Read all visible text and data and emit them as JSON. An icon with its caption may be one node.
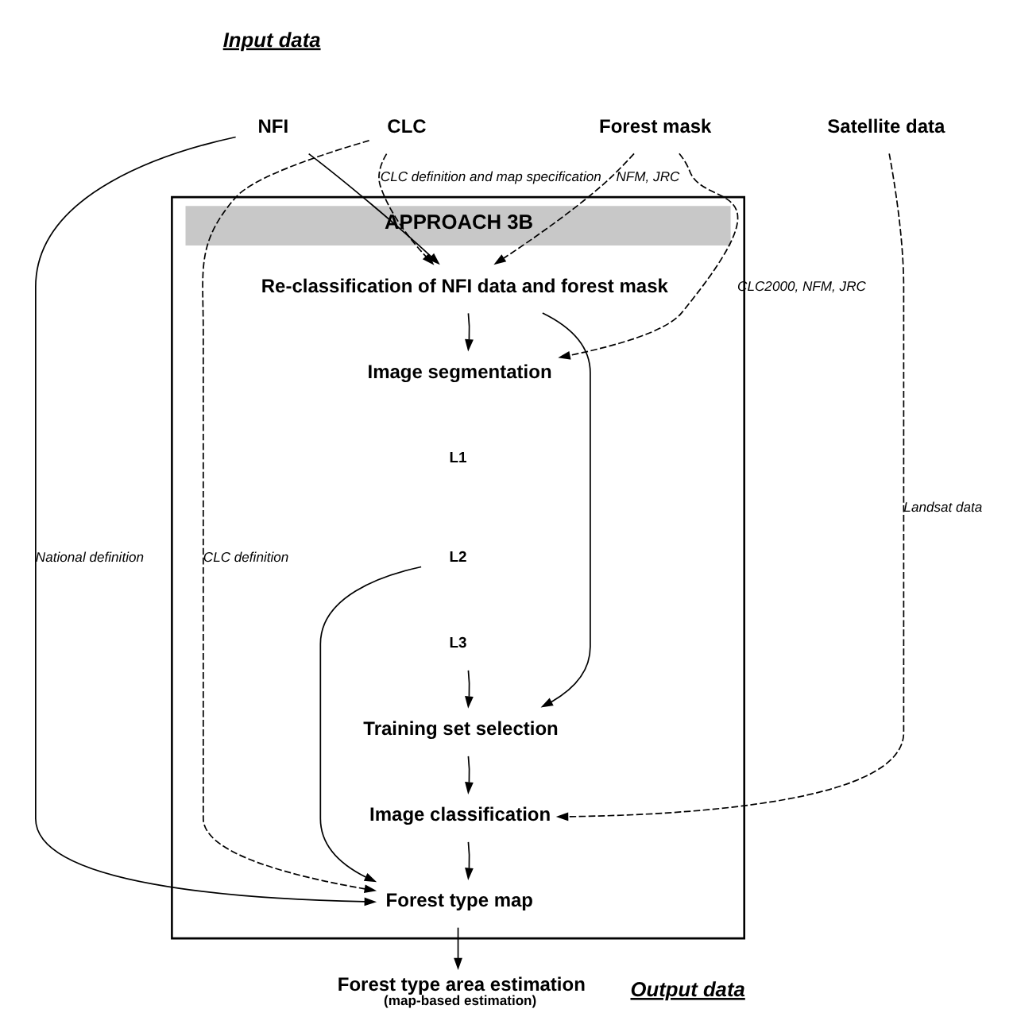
{
  "diagram": {
    "nodes": [
      {
        "text": [
          "NFI"
        ]
      },
      {
        "text": [
          "CLC"
        ]
      },
      {
        "text": [
          "Forest mask"
        ]
      },
      {
        "text": [
          "Satellite data"
        ]
      },
      {
        "text": [
          "APPROACH 3B"
        ]
      },
      {
        "text": [
          "Re-classification of NFI data and forest mask"
        ],
        "in": 4
      },
      {
        "text": [
          "Image segmentation"
        ],
        "in": 4
      },
      {
        "text": [
          "L1"
        ],
        "in": 4
      },
      {
        "text": [
          "L2"
        ],
        "in": 4
      },
      {
        "text": [
          "L3"
        ],
        "in": 4
      },
      {
        "text": [
          "Training set selection"
        ],
        "in": 4
      },
      {
        "text": [
          "Image classification"
        ],
        "in": 4
      },
      {
        "text": [
          "Forest type map"
        ],
        "in": 4
      },
      {
        "text": [
          "Forest type area estimation",
          "(map-based estimation)"
        ]
      }
    ],
    "edges": [
      {
        "from": 0,
        "to": 5,
        "arrow": "to"
      },
      {
        "from": 0,
        "to": 12,
        "arrow": "to",
        "label": "National definition"
      },
      {
        "from": 1,
        "to": 5,
        "arrow": "to",
        "style": "dashed",
        "label": "CLC definition and map specification"
      },
      {
        "from": 2,
        "to": 5,
        "arrow": "to",
        "style": "dashed",
        "label": "NFM, JRC"
      },
      {
        "from": 5,
        "to": 6,
        "arrow": "to"
      },
      {
        "from": 5,
        "to": 10,
        "arrow": "to"
      },
      {
        "from": 2,
        "to": 6,
        "arrow": "to",
        "style": "dashed",
        "label": "CLC2000, NFM, JRC"
      },
      {
        "from": 8,
        "to": 12,
        "arrow": "to"
      },
      {
        "from": 9,
        "to": 10,
        "arrow": "to"
      },
      {
        "from": 10,
        "to": 11,
        "arrow": "to"
      },
      {
        "from": 3,
        "to": 11,
        "arrow": "to",
        "style": "dashed",
        "label": "Landsat data"
      },
      {
        "from": 11,
        "to": 12,
        "arrow": "to"
      },
      {
        "from": 1,
        "to": 12,
        "arrow": "to",
        "style": "dashed",
        "label": "CLC definition"
      },
      {
        "from": 12,
        "to": 13,
        "arrow": "to"
      }
    ],
    "labels": [
      "Input data",
      "Output data"
    ]
  }
}
